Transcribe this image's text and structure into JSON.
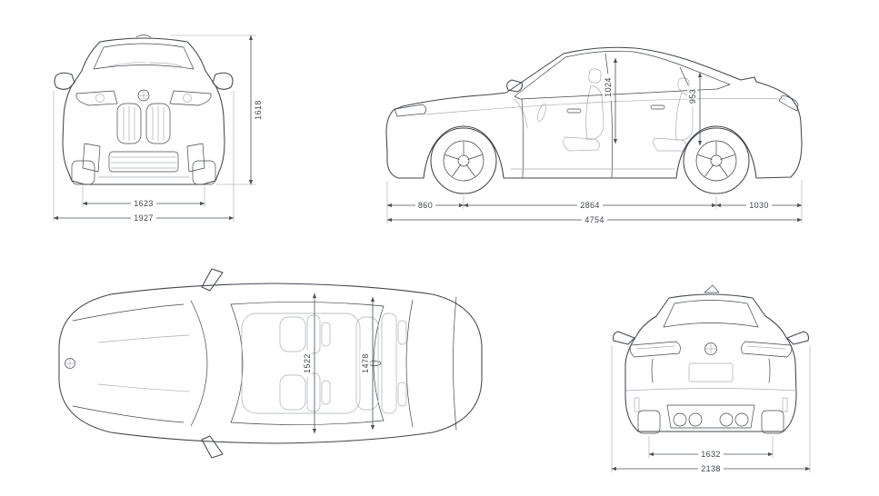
{
  "diagram": {
    "title": "vehicle-dimensions-blueprint",
    "unit_note": "",
    "colors": {
      "line": "#40464e",
      "light_line": "#a9aeb6",
      "dimension_line": "#4a5058",
      "label": "#3f454d",
      "background": "#ffffff"
    }
  },
  "views": {
    "front": {
      "height": "1618",
      "track": "1623",
      "width": "1927"
    },
    "side": {
      "front_headroom": "1024",
      "rear_headroom": "953",
      "front_overhang": "860",
      "wheelbase": "2864",
      "rear_overhang": "1030",
      "length": "4754"
    },
    "top": {
      "front_shoulder": "1522",
      "rear_shoulder": "1478"
    },
    "rear": {
      "track": "1632",
      "width": "2138"
    }
  }
}
